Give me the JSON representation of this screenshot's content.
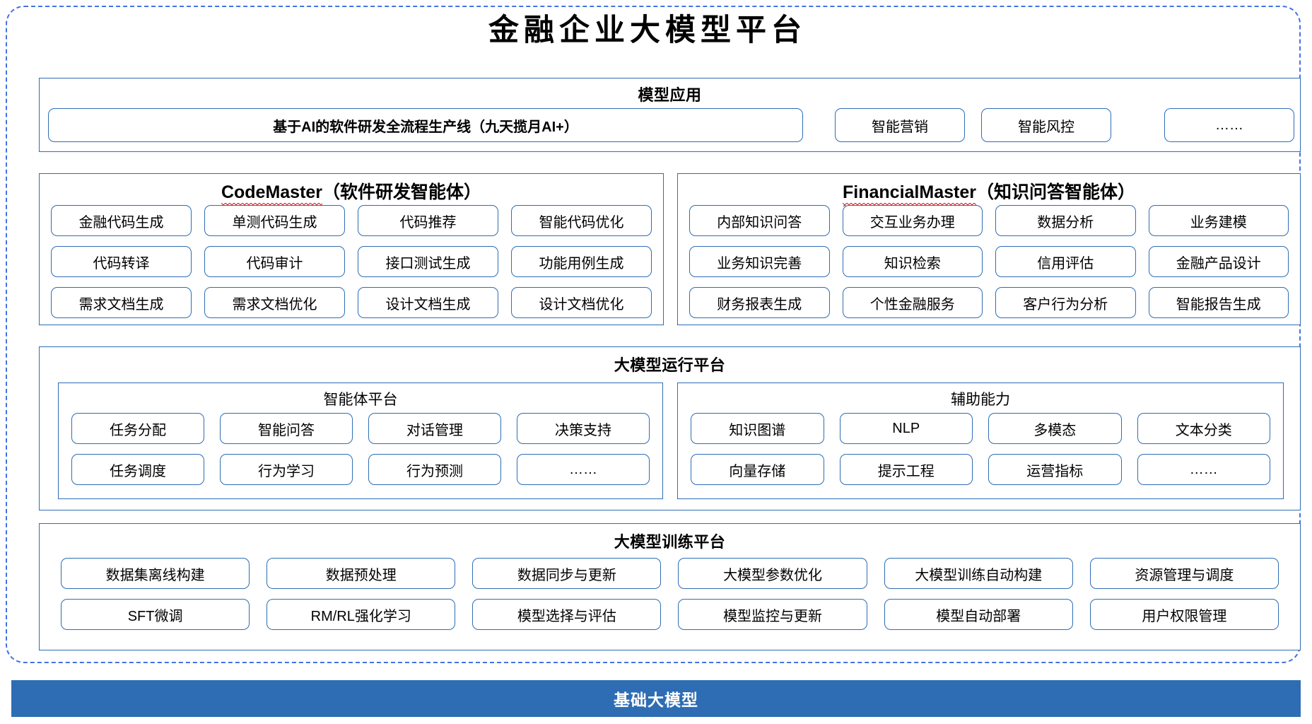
{
  "title": "金融企业大模型平台",
  "colors": {
    "accent_blue": "#2E6DB4",
    "dashed_border": "#4472E4",
    "spellcheck_red": "#E02020",
    "base_bar_bg": "#2E6DB4",
    "base_bar_text": "#FFFFFF"
  },
  "model_application": {
    "title": "模型应用",
    "main_item": "基于AI的软件研发全流程生产线（九天揽月AI+）",
    "items": [
      "智能营销",
      "智能风控",
      "……"
    ]
  },
  "agents": [
    {
      "name_en": "CodeMaster",
      "name_cn": "（软件研发智能体）",
      "spellcheck_underline": true,
      "items": [
        "金融代码生成",
        "单测代码生成",
        "代码推荐",
        "智能代码优化",
        "代码转译",
        "代码审计",
        "接口测试生成",
        "功能用例生成",
        "需求文档生成",
        "需求文档优化",
        "设计文档生成",
        "设计文档优化"
      ]
    },
    {
      "name_en": "FinancialMaster",
      "name_cn": "（知识问答智能体）",
      "spellcheck_underline": true,
      "items": [
        "内部知识问答",
        "交互业务办理",
        "数据分析",
        "业务建模",
        "业务知识完善",
        "知识检索",
        "信用评估",
        "金融产品设计",
        "财务报表生成",
        "个性金融服务",
        "客户行为分析",
        "智能报告生成"
      ]
    }
  ],
  "runtime_platform": {
    "title": "大模型运行平台",
    "subpanels": [
      {
        "title": "智能体平台",
        "items": [
          "任务分配",
          "智能问答",
          "对话管理",
          "决策支持",
          "任务调度",
          "行为学习",
          "行为预测",
          "……"
        ]
      },
      {
        "title": "辅助能力",
        "items": [
          "知识图谱",
          "NLP",
          "多模态",
          "文本分类",
          "向量存储",
          "提示工程",
          "运营指标",
          "……"
        ]
      }
    ]
  },
  "training_platform": {
    "title": "大模型训练平台",
    "items": [
      "数据集离线构建",
      "数据预处理",
      "数据同步与更新",
      "大模型参数优化",
      "大模型训练自动构建",
      "资源管理与调度",
      "SFT微调",
      "RM/RL强化学习",
      "模型选择与评估",
      "模型监控与更新",
      "模型自动部署",
      "用户权限管理"
    ]
  },
  "base_model": {
    "label": "基础大模型"
  }
}
